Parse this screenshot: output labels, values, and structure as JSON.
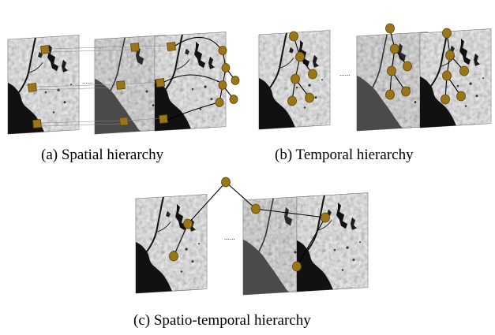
{
  "captions": {
    "a": "(a) Spatial hierarchy",
    "b": "(b) Temporal hierarchy",
    "c": "(c) Spatio-temporal hierarchy"
  },
  "colors": {
    "node_fill": "#9a7616",
    "node_stroke": "#5a430a",
    "edge": "#000000"
  },
  "ellipsis": "......"
}
